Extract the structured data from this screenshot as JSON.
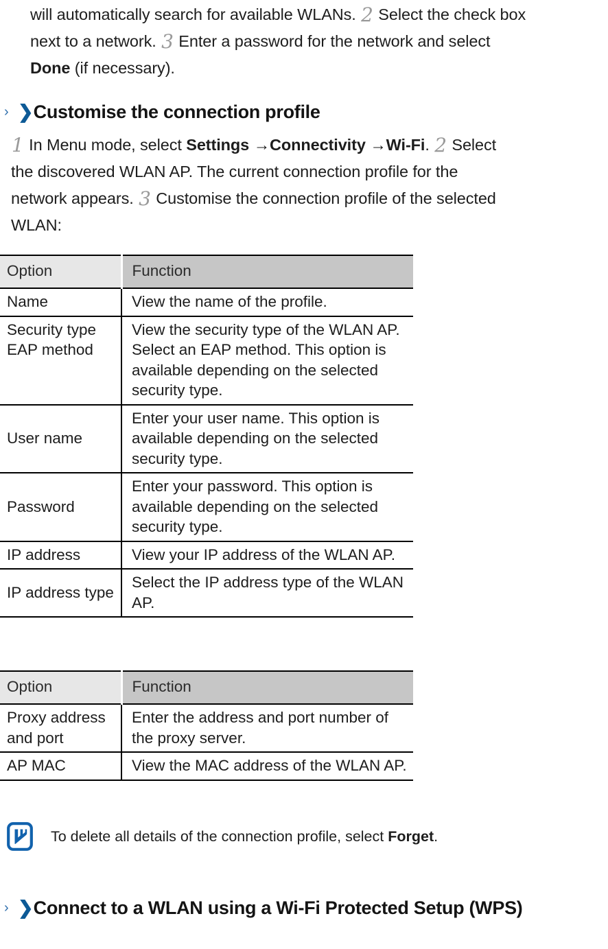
{
  "document": {
    "continued_paragraph": {
      "lines": [
        {
          "parts": [
            {
              "t": "text",
              "v": "will automatically search for available WLANs. "
            },
            {
              "t": "step",
              "v": "2"
            },
            {
              "t": "text",
              "v": " Select the check box"
            }
          ]
        },
        {
          "parts": [
            {
              "t": "text",
              "v": "next to a network. "
            },
            {
              "t": "step",
              "v": "3"
            },
            {
              "t": "text",
              "v": " Enter a password for the network and select"
            }
          ]
        },
        {
          "parts": [
            {
              "t": "bold",
              "v": "Done"
            },
            {
              "t": "text",
              "v": " (if necessary)."
            }
          ]
        }
      ]
    },
    "headings": {
      "customise": {
        "chevron": "›",
        "arrow": "❯",
        "title": "Customise the connection profile"
      },
      "wps": {
        "chevron": "›",
        "arrow": "❯",
        "title": "Connect to a WLAN using a Wi-Fi Protected Setup (WPS)"
      }
    },
    "profile_paragraph": {
      "lines": [
        {
          "parts": [
            {
              "t": "step",
              "v": "1"
            },
            {
              "t": "text",
              "v": " In Menu mode, select "
            },
            {
              "t": "bold",
              "v": "Settings"
            },
            {
              "t": "bold",
              "v": " →Connectivity"
            },
            {
              "t": "bold",
              "v": " →Wi-Fi"
            },
            {
              "t": "text",
              "v": ". "
            },
            {
              "t": "step",
              "v": "2"
            },
            {
              "t": "text",
              "v": " Select"
            }
          ]
        },
        {
          "parts": [
            {
              "t": "text",
              "v": "the discovered WLAN AP. The current connection profile for the"
            }
          ]
        },
        {
          "parts": [
            {
              "t": "text",
              "v": "network appears. "
            },
            {
              "t": "step",
              "v": "3"
            },
            {
              "t": "text",
              "v": " Customise the connection profile of the selected"
            }
          ]
        },
        {
          "parts": [
            {
              "t": "text",
              "v": "WLAN:"
            }
          ]
        }
      ]
    },
    "tables": [
      {
        "id": "table-profile",
        "headers": [
          "Option",
          "Function"
        ],
        "rows": [
          {
            "option": "Name",
            "function": "View the name of the profile.",
            "align": "middle"
          },
          {
            "option": "Security type EAP method",
            "function": "View the security type of the WLAN AP. Select an EAP method. This option is available depending on the selected security type.",
            "align": "top"
          },
          {
            "option": "User name",
            "function": "Enter your user name. This option is available depending on the selected security type.",
            "align": "middle"
          },
          {
            "option": "Password",
            "function": "Enter your password. This option is available depending on the selected security type.",
            "align": "middle"
          },
          {
            "option": "IP address",
            "function": "View your IP address of the WLAN AP.",
            "align": "middle"
          },
          {
            "option": "IP address type",
            "function": "Select the IP address type of the WLAN AP.",
            "align": "middle"
          }
        ]
      },
      {
        "id": "table-proxy",
        "headers": [
          "Option",
          "Function"
        ],
        "rows": [
          {
            "option": "Proxy address and port",
            "function": "Enter the address and port number of the proxy server.",
            "align": "middle"
          },
          {
            "option": "AP MAC",
            "function": "View the MAC address of the WLAN AP.",
            "align": "middle"
          }
        ]
      }
    ],
    "note": {
      "icon": "note-pen-icon",
      "icon_color": "#1162ad",
      "parts": [
        {
          "t": "text",
          "v": "To delete all details of the connection profile, select "
        },
        {
          "t": "bold",
          "v": "Forget"
        },
        {
          "t": "text",
          "v": "."
        }
      ]
    }
  },
  "colors": {
    "accent_blue": "#1162ad",
    "heading_arrow": "#0d5a96",
    "chevron": "#2f6fad",
    "header_cell_light": "#e7e7e7",
    "header_cell_dark": "#c6c6c6",
    "step_number": "#9a9a9a",
    "text": "#1d1d1d"
  }
}
